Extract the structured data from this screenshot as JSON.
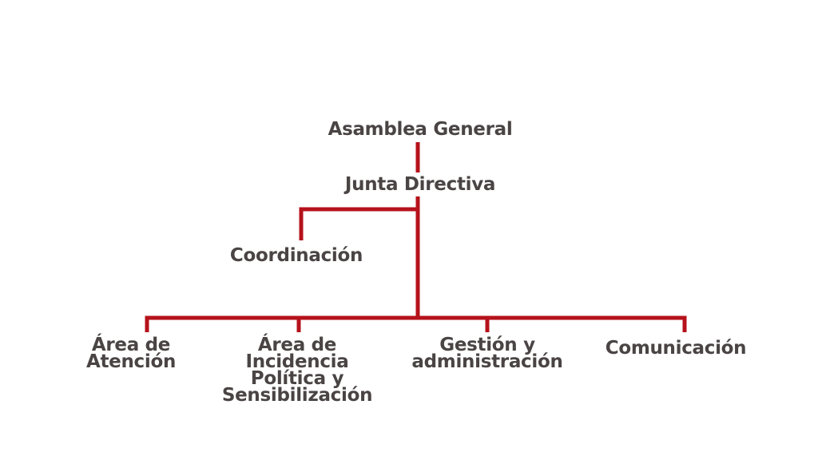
{
  "colors": {
    "line": "#b5121b",
    "text": "#4a4444"
  },
  "org_chart": {
    "assembly": "Asamblea General",
    "board": "Junta Directiva",
    "coordination": "Coordinación",
    "areas": [
      [
        "Área de",
        "Atención"
      ],
      [
        "Área de",
        "Incidencia",
        "Política y",
        "Sensibilización"
      ],
      [
        "Gestión y",
        "administración"
      ],
      [
        "Comunicación"
      ]
    ]
  }
}
